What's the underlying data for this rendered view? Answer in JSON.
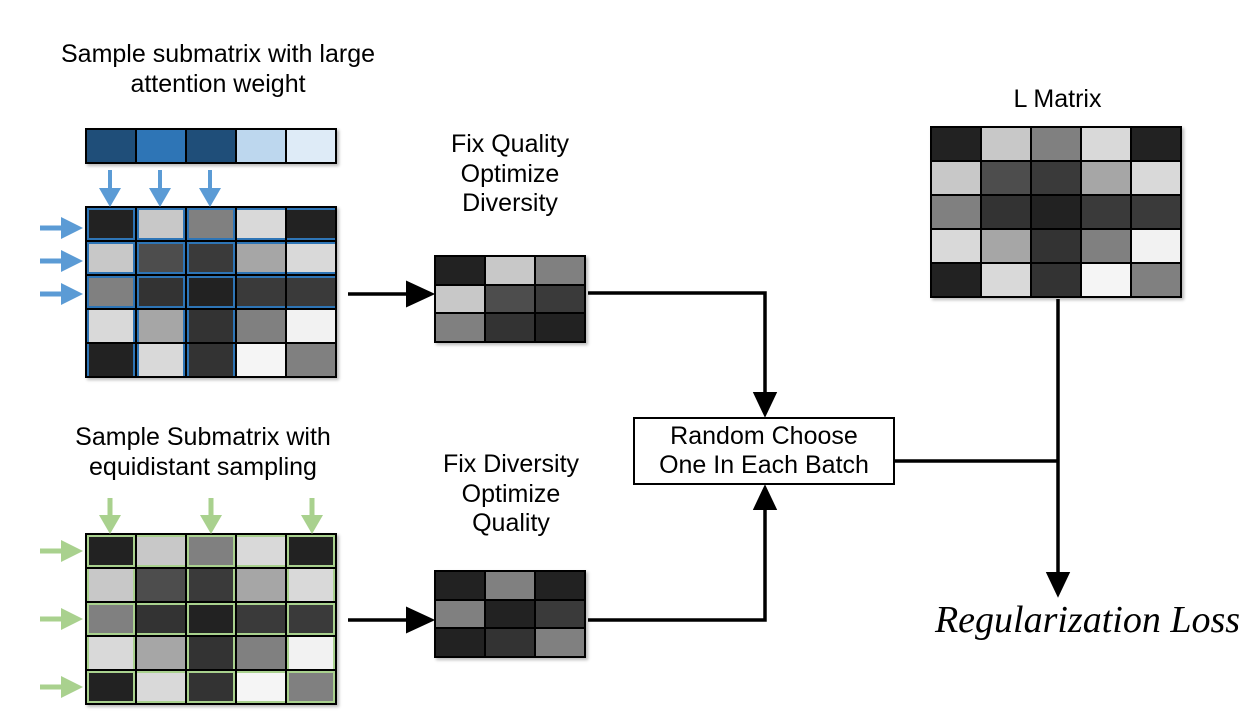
{
  "figure": {
    "title": "DPP submatrix sampling and regularization loss pipeline",
    "background": "#ffffff"
  },
  "captions": {
    "attention_sampling": "Sample submatrix with large\nattention weight",
    "equidistant_sampling": "Sample Submatrix with\nequidistant sampling",
    "fix_quality": "Fix Quality\nOptimize\nDiversity",
    "fix_diversity": "Fix Diversity\nOptimize\nQuality",
    "l_matrix": "L Matrix",
    "random_choose": "Random Choose\nOne In Each Batch",
    "regularization_loss": "Regularization Loss"
  },
  "colors": {
    "attention_blue_dark": "#1F4E79",
    "attention_blue_mid": "#2E75B6",
    "attention_blue_light": "#BDD7EE",
    "attention_blue_pale": "#DEEBF7",
    "arrow_blue": "#5B9BD5",
    "highlight_blue": "#2E75B6",
    "arrow_green": "#A9D18E",
    "highlight_green": "#A9D18E",
    "connector_black": "#000000",
    "matrix_border": "#000000"
  },
  "attention_bar": {
    "name": "attention-weight-bar",
    "cells": [
      "#1F4E79",
      "#2E75B6",
      "#1F4E79",
      "#BDD7EE",
      "#DEEBF7"
    ]
  },
  "matrices": {
    "attention_matrix": {
      "rows": 5,
      "cols": 5,
      "selected_rows": [
        0,
        1,
        2
      ],
      "selected_cols": [
        0,
        1,
        2
      ],
      "highlight_color": "#2E75B6",
      "cells": [
        [
          "#222222",
          "#C8C8C8",
          "#808080",
          "#D9D9D9",
          "#222222"
        ],
        [
          "#C8C8C8",
          "#4D4D4D",
          "#3A3A3A",
          "#A6A6A6",
          "#D9D9D9"
        ],
        [
          "#808080",
          "#333333",
          "#222222",
          "#3A3A3A",
          "#3A3A3A"
        ],
        [
          "#D9D9D9",
          "#A6A6A6",
          "#333333",
          "#808080",
          "#F2F2F2"
        ],
        [
          "#222222",
          "#D9D9D9",
          "#333333",
          "#F5F5F5",
          "#808080"
        ]
      ]
    },
    "equidistant_matrix": {
      "rows": 5,
      "cols": 5,
      "selected_rows": [
        0,
        2,
        4
      ],
      "selected_cols": [
        0,
        2,
        4
      ],
      "highlight_color": "#A9D18E",
      "cells": [
        [
          "#222222",
          "#C8C8C8",
          "#808080",
          "#D9D9D9",
          "#222222"
        ],
        [
          "#C8C8C8",
          "#4D4D4D",
          "#3A3A3A",
          "#A6A6A6",
          "#D9D9D9"
        ],
        [
          "#808080",
          "#333333",
          "#222222",
          "#3A3A3A",
          "#3A3A3A"
        ],
        [
          "#D9D9D9",
          "#A6A6A6",
          "#333333",
          "#808080",
          "#F2F2F2"
        ],
        [
          "#222222",
          "#D9D9D9",
          "#333333",
          "#F5F5F5",
          "#808080"
        ]
      ]
    },
    "l_matrix": {
      "rows": 5,
      "cols": 5,
      "cells": [
        [
          "#222222",
          "#C8C8C8",
          "#808080",
          "#D9D9D9",
          "#222222"
        ],
        [
          "#C8C8C8",
          "#4D4D4D",
          "#3A3A3A",
          "#A6A6A6",
          "#D9D9D9"
        ],
        [
          "#808080",
          "#333333",
          "#222222",
          "#3A3A3A",
          "#3A3A3A"
        ],
        [
          "#D9D9D9",
          "#A6A6A6",
          "#333333",
          "#808080",
          "#F2F2F2"
        ],
        [
          "#222222",
          "#D9D9D9",
          "#333333",
          "#F5F5F5",
          "#808080"
        ]
      ]
    },
    "sub_diversity": {
      "rows": 3,
      "cols": 3,
      "cells": [
        [
          "#222222",
          "#C8C8C8",
          "#808080"
        ],
        [
          "#C8C8C8",
          "#4D4D4D",
          "#3A3A3A"
        ],
        [
          "#808080",
          "#333333",
          "#222222"
        ]
      ]
    },
    "sub_quality": {
      "rows": 3,
      "cols": 3,
      "cells": [
        [
          "#222222",
          "#808080",
          "#222222"
        ],
        [
          "#808080",
          "#222222",
          "#3A3A3A"
        ],
        [
          "#222222",
          "#333333",
          "#808080"
        ]
      ]
    }
  },
  "arrows": {
    "attention_column_arrows": {
      "count": 3,
      "color": "#5B9BD5",
      "direction": "down"
    },
    "attention_row_arrows": {
      "count": 3,
      "color": "#5B9BD5",
      "direction": "right"
    },
    "equidistant_column_arrows": {
      "count": 3,
      "color": "#A9D18E",
      "direction": "down"
    },
    "equidistant_row_arrows": {
      "count": 3,
      "color": "#A9D18E",
      "direction": "right"
    },
    "to_sub_diversity": {
      "color": "#000000",
      "direction": "right"
    },
    "to_sub_quality": {
      "color": "#000000",
      "direction": "right"
    },
    "sub_diversity_to_box": {
      "color": "#000000",
      "direction": "elbow-down"
    },
    "sub_quality_to_box": {
      "color": "#000000",
      "direction": "elbow-up"
    },
    "box_to_loss": {
      "color": "#000000",
      "direction": "right-then-down"
    },
    "l_matrix_to_loss": {
      "color": "#000000",
      "direction": "down"
    }
  }
}
